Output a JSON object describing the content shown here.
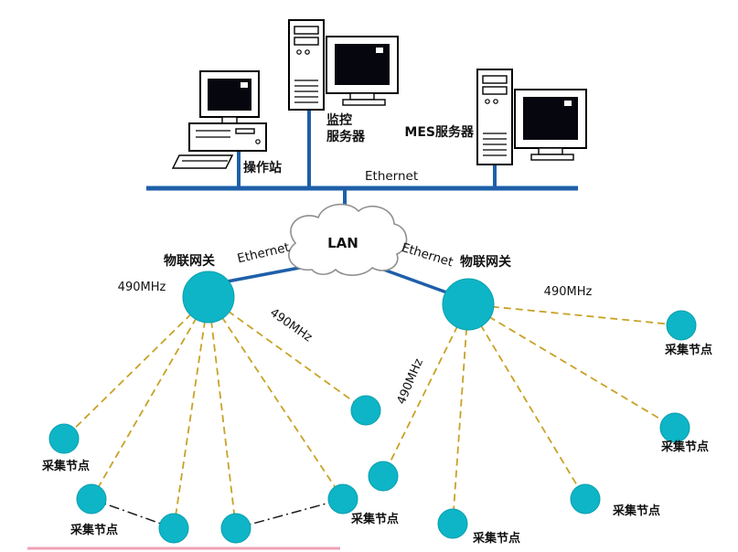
{
  "colors": {
    "ethernet_line": "#1e5fa9",
    "wireless_link": "#c9a227",
    "mesh_link": "#1a1a1a",
    "node_fill": "#0db5c6",
    "cloud_stroke": "#8f8f8f",
    "bottom_accent": "#f2a0b5"
  },
  "top_row": {
    "operator_station_label": "操作站",
    "monitor_server_label_line1": "监控",
    "monitor_server_label_line2": "服务器",
    "mes_server_label": "MES服务器",
    "bus_label": "Ethernet"
  },
  "cloud": {
    "label": "LAN"
  },
  "uplinks": {
    "left_label": "Ethernet",
    "right_label": "Ethernet"
  },
  "gateways": {
    "left": {
      "label": "物联网关"
    },
    "right": {
      "label": "物联网关"
    }
  },
  "freq_labels": {
    "left_gateway_side": "490MHz",
    "left_gateway_diagonal": "490MHz",
    "right_gateway_vertical": "490MHz",
    "right_gateway_side": "490MHz"
  },
  "sensor_labels": [
    "采集节点",
    "采集节点",
    "采集节点",
    "采集节点",
    "采集节点",
    "采集节点",
    "采集节点"
  ]
}
